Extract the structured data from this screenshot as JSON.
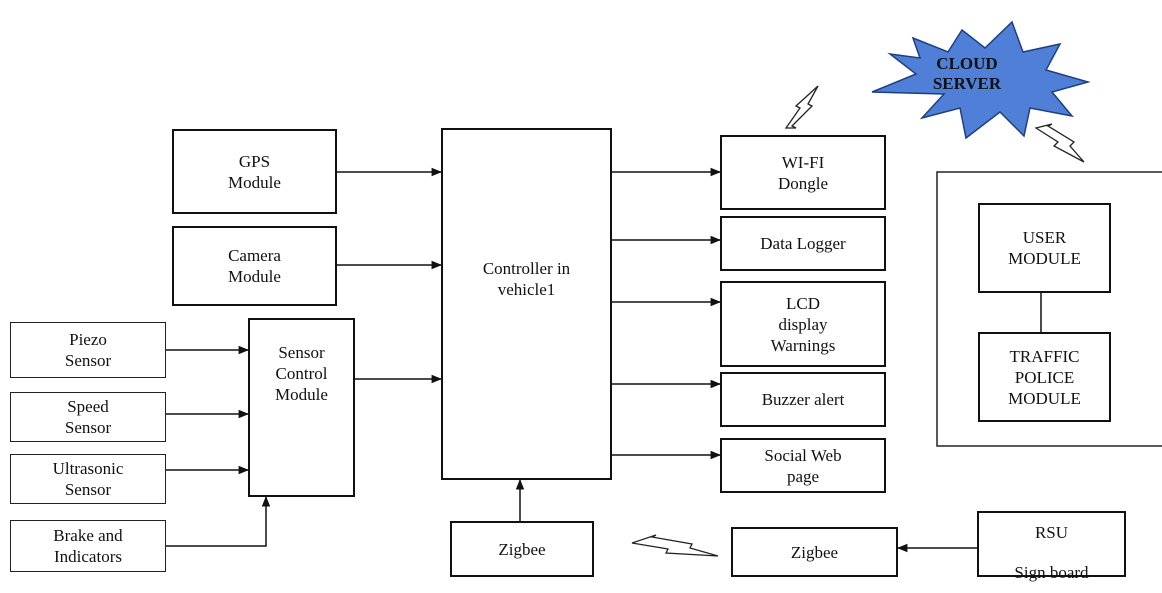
{
  "cloud": {
    "label": "CLOUD\nSERVER",
    "fill": "#4f7fd6"
  },
  "inputs": {
    "gps": "GPS\nModule",
    "camera": "Camera\nModule",
    "piezo": "Piezo\nSensor",
    "speed": "Speed\nSensor",
    "ultrasonic": "Ultrasonic\nSensor",
    "brake": "Brake and\nIndicators",
    "sensor_control": "Sensor\nControl\nModule"
  },
  "controller": {
    "label": "Controller in\nvehicle1"
  },
  "outputs": {
    "wifi": "WI-FI\nDongle",
    "logger": "Data Logger",
    "lcd": "LCD\ndisplay\nWarnings",
    "buzzer": "Buzzer alert",
    "social": "Social Web\npage"
  },
  "server_panel": {
    "user": "USER\nMODULE",
    "traffic": "TRAFFIC\nPOLICE\nMODULE"
  },
  "zigbee_vehicle": "Zigbee",
  "zigbee_rsu": "Zigbee",
  "rsu": "RSU\nSign board"
}
